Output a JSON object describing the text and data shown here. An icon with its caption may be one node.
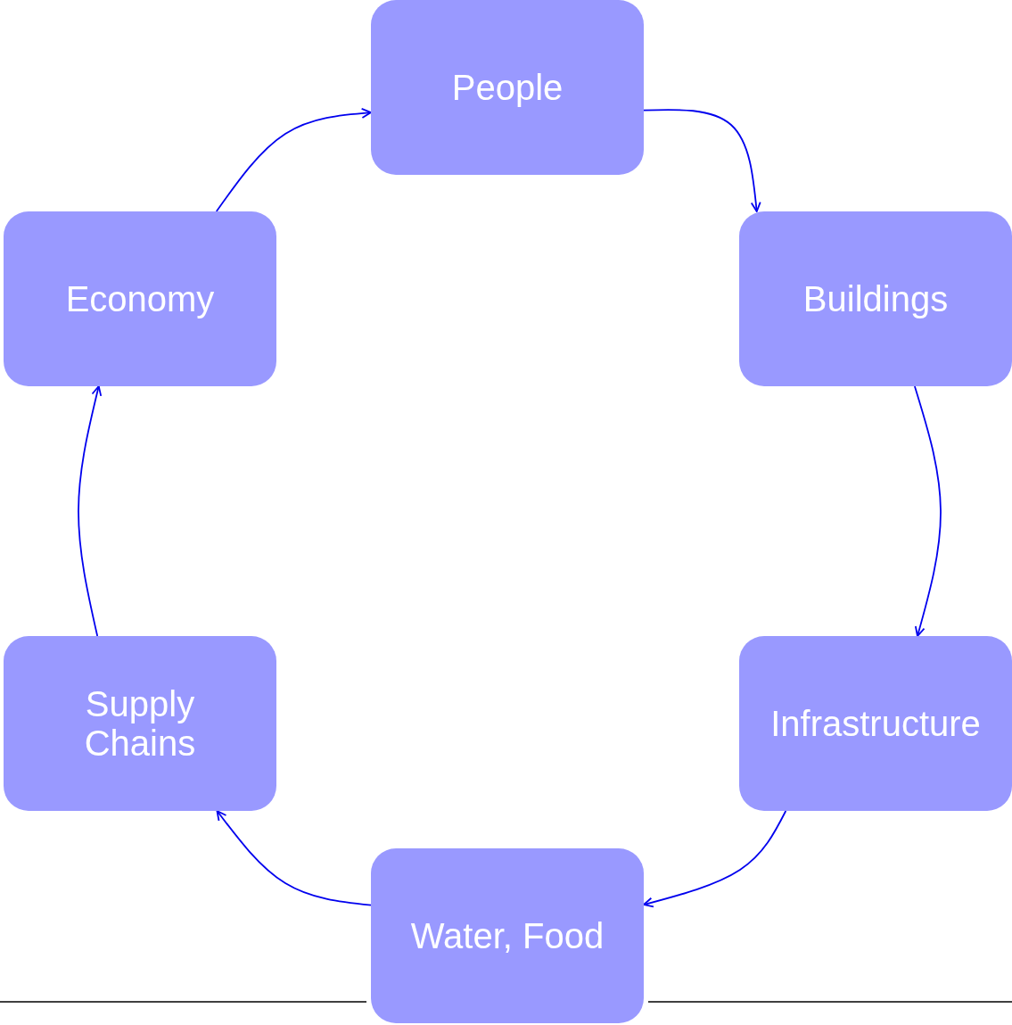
{
  "diagram": {
    "nodes": [
      {
        "text": [
          "People"
        ]
      },
      {
        "text": [
          "Buildings"
        ]
      },
      {
        "text": [
          "Infrastructure"
        ]
      },
      {
        "text": [
          "Water, Food"
        ]
      },
      {
        "text": [
          "Supply Chains"
        ]
      },
      {
        "text": [
          "Economy"
        ]
      }
    ],
    "edges": [
      {
        "from": 0,
        "to": 1,
        "arrow": "to"
      },
      {
        "from": 1,
        "to": 2,
        "arrow": "to"
      },
      {
        "from": 2,
        "to": 3,
        "arrow": "to"
      },
      {
        "from": 3,
        "to": 4,
        "arrow": "to"
      },
      {
        "from": 4,
        "to": 5,
        "arrow": "to"
      },
      {
        "from": 5,
        "to": 0,
        "arrow": "to"
      }
    ]
  }
}
